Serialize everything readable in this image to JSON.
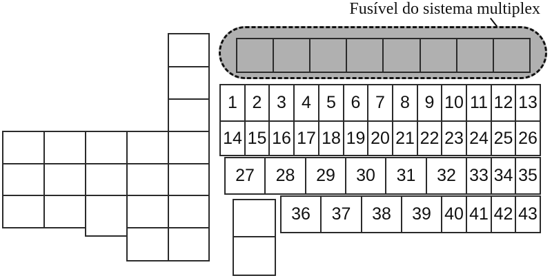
{
  "title_label": {
    "text": "Fusível do sistema multiplex"
  },
  "colors": {
    "block_fill": "#b0b0b0",
    "line": "#2a2a2a",
    "dash_border": "#111111",
    "text": "#111111",
    "background": "#ffffff"
  },
  "multiplex_block": {
    "fuse_count": 8
  },
  "fuse_rows": [
    {
      "name": "row-1",
      "cells": [
        "1",
        "2",
        "3",
        "4",
        "5",
        "6",
        "7",
        "8",
        "9",
        "10",
        "11",
        "12",
        "13"
      ]
    },
    {
      "name": "row-2",
      "cells": [
        "14",
        "15",
        "16",
        "17",
        "18",
        "19",
        "20",
        "21",
        "22",
        "23",
        "24",
        "25",
        "26"
      ]
    },
    {
      "name": "row-3",
      "cells": [
        "27",
        "28",
        "29",
        "30",
        "31",
        "32",
        "33",
        "34",
        "35"
      ]
    },
    {
      "name": "row-4",
      "cells": [
        "36",
        "37",
        "38",
        "39",
        "40",
        "41",
        "42",
        "43"
      ]
    }
  ],
  "unlabeled_blocks": {
    "left_grid_cells": 13,
    "tall_column_cells": 7,
    "bottom_column_cells": 2
  }
}
